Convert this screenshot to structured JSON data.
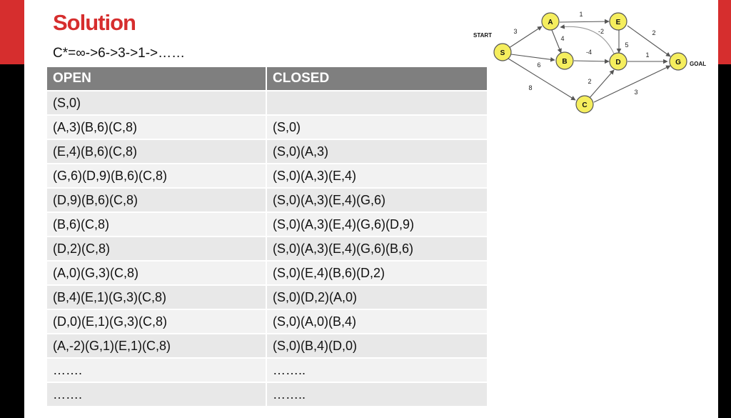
{
  "slide": {
    "title": "Solution",
    "subtitle": "C*=∞->6->3->1->……"
  },
  "table": {
    "headers": [
      "OPEN",
      "CLOSED"
    ],
    "rows": [
      [
        "(S,0)",
        ""
      ],
      [
        "(A,3)(B,6)(C,8)",
        "(S,0)"
      ],
      [
        "(E,4)(B,6)(C,8)",
        "(S,0)(A,3)"
      ],
      [
        "(G,6)(D,9)(B,6)(C,8)",
        "(S,0)(A,3)(E,4)"
      ],
      [
        "(D,9)(B,6)(C,8)",
        "(S,0)(A,3)(E,4)(G,6)"
      ],
      [
        "(B,6)(C,8)",
        "(S,0)(A,3)(E,4)(G,6)(D,9)"
      ],
      [
        "(D,2)(C,8)",
        "(S,0)(A,3)(E,4)(G,6)(B,6)"
      ],
      [
        "(A,0)(G,3)(C,8)",
        "(S,0)(E,4)(B,6)(D,2)"
      ],
      [
        "(B,4)(E,1)(G,3)(C,8)",
        "(S,0)(D,2)(A,0)"
      ],
      [
        "(D,0)(E,1)(G,3)(C,8)",
        "(S,0)(A,0)(B,4)"
      ],
      [
        "(A,-2)(G,1)(E,1)(C,8)",
        "(S,0)(B,4)(D,0)"
      ],
      [
        "…….",
        "…….."
      ],
      [
        "…….",
        "…….."
      ]
    ]
  },
  "graph": {
    "start_label": "START",
    "goal_label": "GOAL",
    "nodes": [
      "S",
      "A",
      "B",
      "C",
      "D",
      "E",
      "G"
    ],
    "edge_weights": {
      "A_E": "1",
      "S_A": "3",
      "A_B": "4",
      "D_A": "-2",
      "E_G": "2",
      "E_D": "5",
      "S_B": "6",
      "B_D": "-4",
      "D_G": "1",
      "S_C": "8",
      "C_D": "2",
      "C_G": "3"
    },
    "node_fill": "#f5ee5e",
    "accent": "#d62e2e"
  }
}
